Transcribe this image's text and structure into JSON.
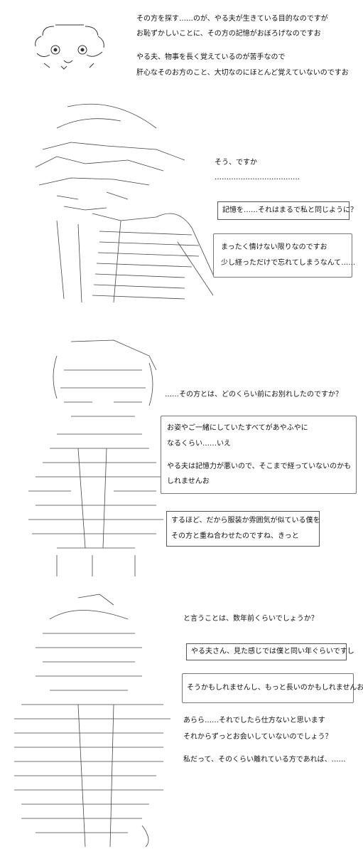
{
  "panel1": {
    "lines": [
      "その方を探す……のが、やる夫が生きている目的なのですが",
      "お恥ずかしいことに、その方の記憶がおぼろげなのですお",
      "やる夫、物事を長く覚えているのが苦手なので",
      "肝心なそのお方のこと、大切なのにほとんど覚えていないのですお"
    ]
  },
  "panel2": {
    "line1": "そう、ですか",
    "line2": "………………………………",
    "box": "記憶を……それはまるで私と同じように？",
    "bubble": [
      "まったく情けない限りなのですお",
      "少し経っただけで忘れてしまうなんて……"
    ]
  },
  "panel3": {
    "question": "……その方とは、どのくらい前にお別れしたのですか？",
    "bubble": [
      "お姿やご一緒にしていたすべてがあやふやに",
      "なるくらい……いえ",
      "やる夫は記憶力が悪いので、そこまで経っていないのかも",
      "しれませんお"
    ],
    "box": [
      "するほど、だから服装か雰囲気が似ている僕を",
      "その方と重ね合わせたのですね、きっと"
    ]
  },
  "panel4": {
    "question": "と言うことは、数年前くらいでしょうか？",
    "box": "やる夫さん、見た感じでは僕と同い年ぐらいですし",
    "bubble": "そうかもしれませんし、もっと長いのかもしれませんお",
    "lines": [
      "あらら……それでしたら仕方ないと思います",
      "それからずっとお会いしていないのでしょう？",
      "私だって、そのくらい離れている方であれば、……"
    ]
  }
}
